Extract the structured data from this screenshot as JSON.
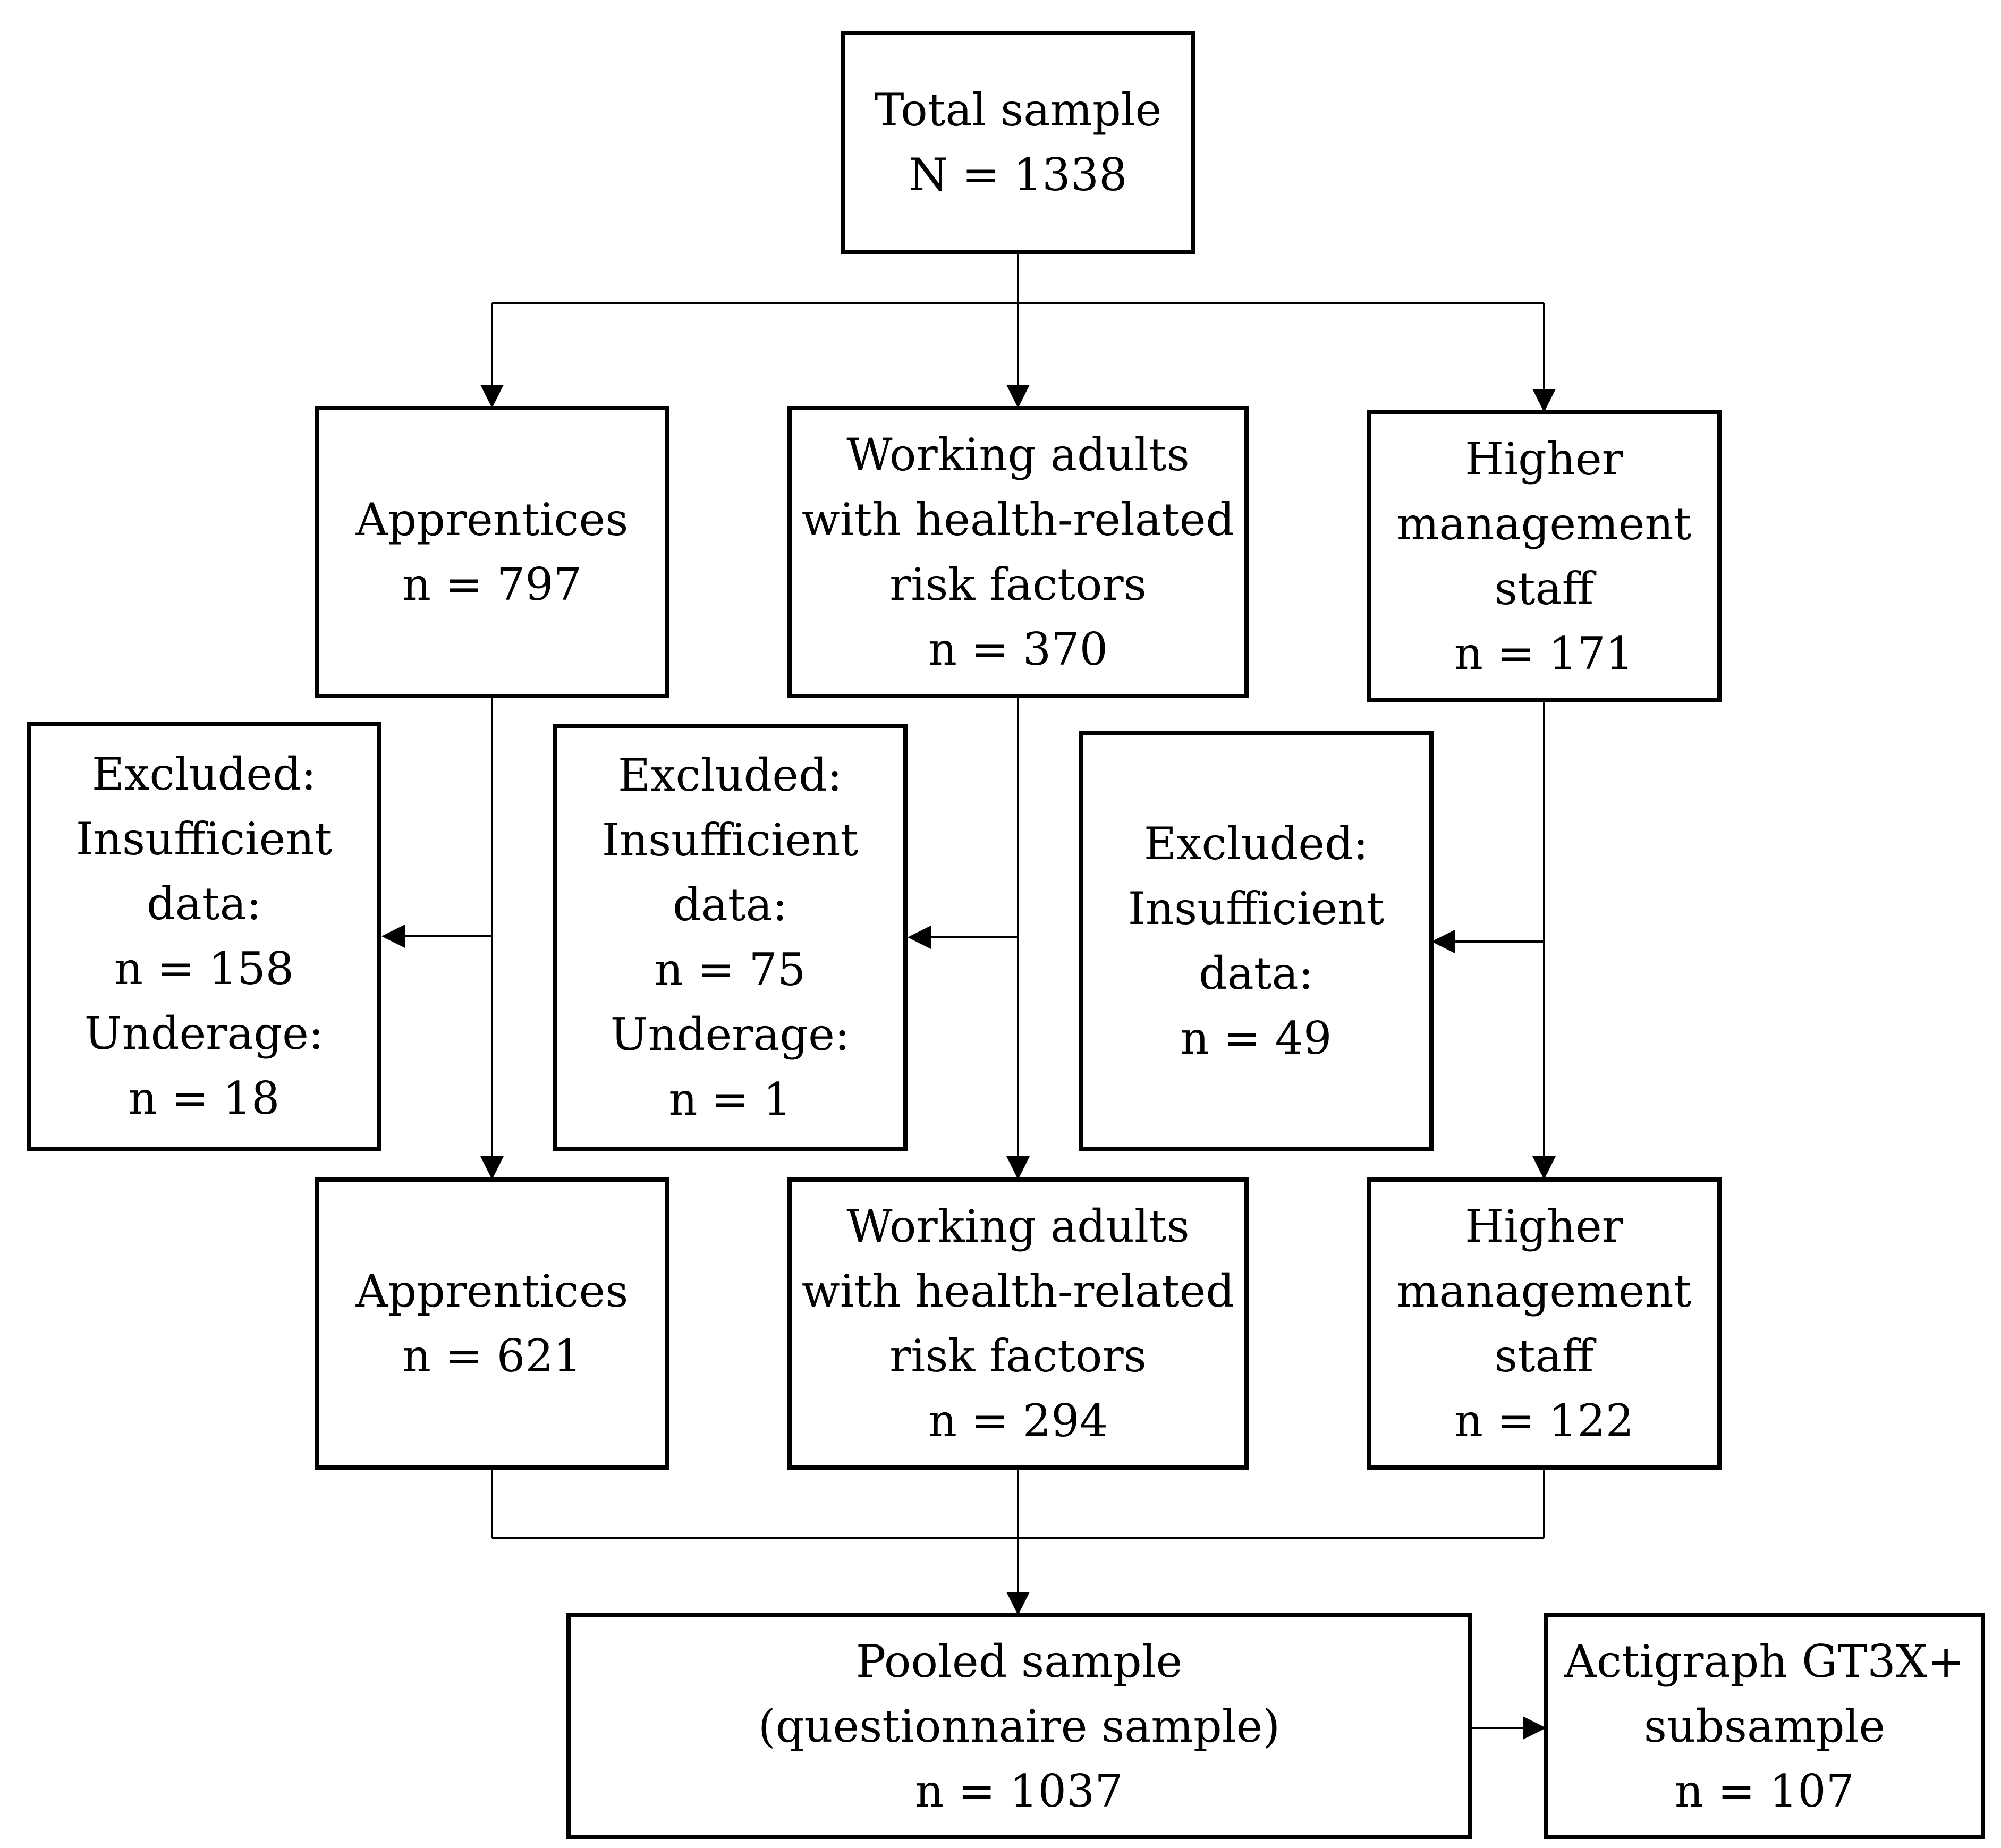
{
  "boxes": {
    "total": {
      "line1": "Total sample",
      "line2": "N = 1338"
    },
    "apprentices_top": {
      "line1": "Apprentices",
      "line2": "n = 797"
    },
    "working_top": {
      "line1": "Working adults",
      "line2": "with health-related",
      "line3": "risk factors",
      "line4": "n = 370"
    },
    "higher_top": {
      "line1": "Higher",
      "line2": "management",
      "line3": "staff",
      "line4": "n = 171"
    },
    "excluded_apprentices": {
      "line1": "Excluded:",
      "line2": "Insufficient",
      "line3": "data:",
      "line4": "n = 158",
      "line5": "Underage:",
      "line6": "n = 18"
    },
    "excluded_working": {
      "line1": "Excluded:",
      "line2": "Insufficient",
      "line3": "data:",
      "line4": "n = 75",
      "line5": "Underage:",
      "line6": "n = 1"
    },
    "excluded_higher": {
      "line1": "Excluded:",
      "line2": "Insufficient",
      "line3": "data:",
      "line4": "n = 49"
    },
    "apprentices_bottom": {
      "line1": "Apprentices",
      "line2": "n = 621"
    },
    "working_bottom": {
      "line1": "Working adults",
      "line2": "with health-related",
      "line3": "risk factors",
      "line4": "n = 294"
    },
    "higher_bottom": {
      "line1": "Higher",
      "line2": "management",
      "line3": "staff",
      "line4": "n = 122"
    },
    "pooled": {
      "line1": "Pooled sample",
      "line2": "(questionnaire sample)",
      "line3": "n = 1037"
    },
    "actigraph": {
      "line1": "Actigraph GT3X+",
      "line2": "subsample",
      "line3": "n = 107"
    }
  }
}
